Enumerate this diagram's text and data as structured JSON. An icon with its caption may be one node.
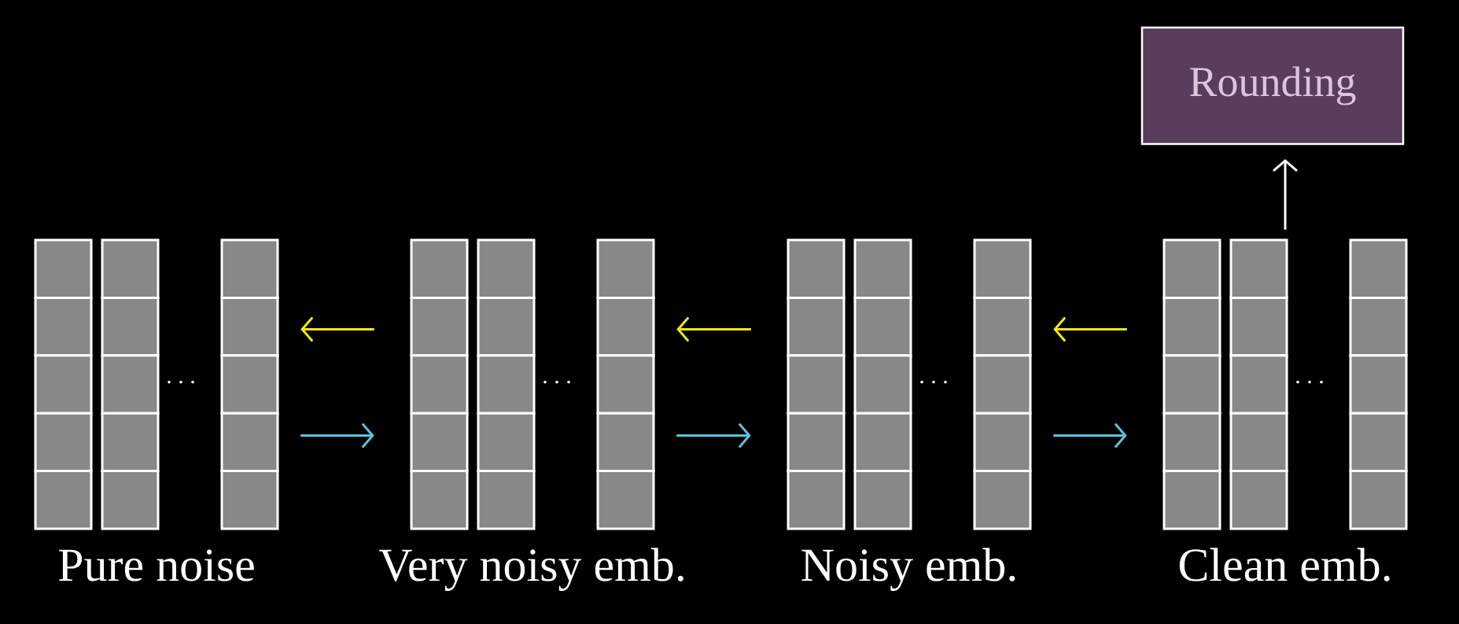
{
  "diagram": {
    "nodes": [
      {
        "text": [
          "Pure noise"
        ]
      },
      {
        "text": [
          "Very noisy emb."
        ]
      },
      {
        "text": [
          "Noisy emb."
        ]
      },
      {
        "text": [
          "Clean emb."
        ]
      },
      {
        "text": [
          "Rounding"
        ]
      }
    ],
    "edges": [
      {
        "from": 1,
        "to": 0,
        "arrow": "to",
        "color": "#f2e422"
      },
      {
        "from": 0,
        "to": 1,
        "arrow": "to",
        "color": "#5cc2dc"
      },
      {
        "from": 2,
        "to": 1,
        "arrow": "to",
        "color": "#f2e422"
      },
      {
        "from": 1,
        "to": 2,
        "arrow": "to",
        "color": "#5cc2dc"
      },
      {
        "from": 3,
        "to": 2,
        "arrow": "to",
        "color": "#f2e422"
      },
      {
        "from": 2,
        "to": 3,
        "arrow": "to",
        "color": "#5cc2dc"
      },
      {
        "from": 3,
        "to": 4,
        "arrow": "to",
        "color": "#ffffff"
      }
    ]
  }
}
